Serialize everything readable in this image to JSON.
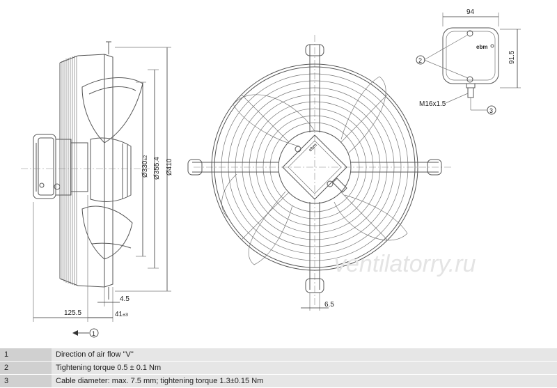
{
  "dims": {
    "top_width": "94",
    "side_height": "91.5",
    "thread": "M16x1.5",
    "d_blade": "Ø330",
    "d_blade_tol": "±2",
    "d_ring": "Ø355.4",
    "d_guard": "Ø410",
    "depth_total": "125.5",
    "ring_offset": "4.5",
    "depth_41": "41",
    "depth_41_tol": "±3",
    "foot_width": "6.5"
  },
  "callouts": {
    "c1": "1",
    "c2": "2",
    "c3": "3"
  },
  "watermark": "ventilatorry.ru",
  "notes": [
    {
      "num": "1",
      "text": "Direction of air flow \"V\""
    },
    {
      "num": "2",
      "text": "Tightening torque 0.5 ± 0.1 Nm"
    },
    {
      "num": "3",
      "text": "Cable diameter: max. 7.5 mm; tightening torque 1.3±0.15 Nm"
    }
  ]
}
